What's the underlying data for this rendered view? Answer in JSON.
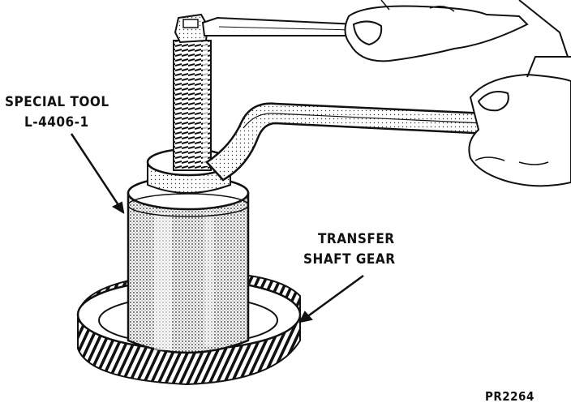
{
  "labels": {
    "tool_line1": "SPECIAL TOOL",
    "tool_line2": "L-4406-1",
    "gear_line1": "TRANSFER",
    "gear_line2": "SHAFT GEAR",
    "figure_code": "PR2264"
  },
  "icons": {
    "wrench": "wrench-icon",
    "hand": "hand-icon",
    "gear": "gear-icon"
  }
}
